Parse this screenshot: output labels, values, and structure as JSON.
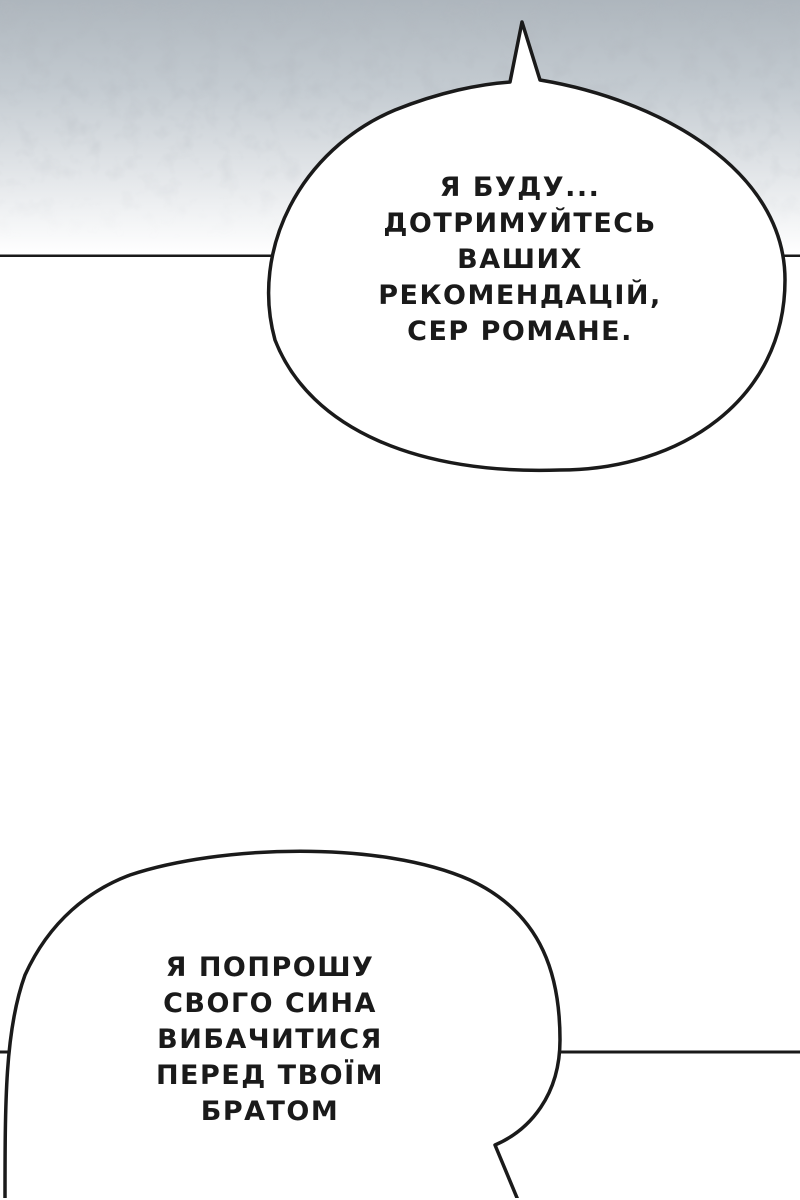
{
  "panels": [
    {
      "bubble": {
        "lines": [
          "Я БУДУ...",
          "ДОТРИМУЙТЕСЬ",
          "ВАШИХ",
          "РЕКОМЕНДАЦІЙ,",
          "СЕР РОМАНЕ."
        ]
      }
    },
    {
      "bubble": {
        "lines": [
          "Я ПОПРОШУ",
          "СВОГО СИНА",
          "ВИБАЧИТИСЯ",
          "ПЕРЕД ТВОЇМ",
          "БРАТОМ"
        ]
      }
    }
  ],
  "colors": {
    "ink": "#1a1a1a",
    "paper": "#ffffff",
    "sky": "#c4cbd1"
  }
}
